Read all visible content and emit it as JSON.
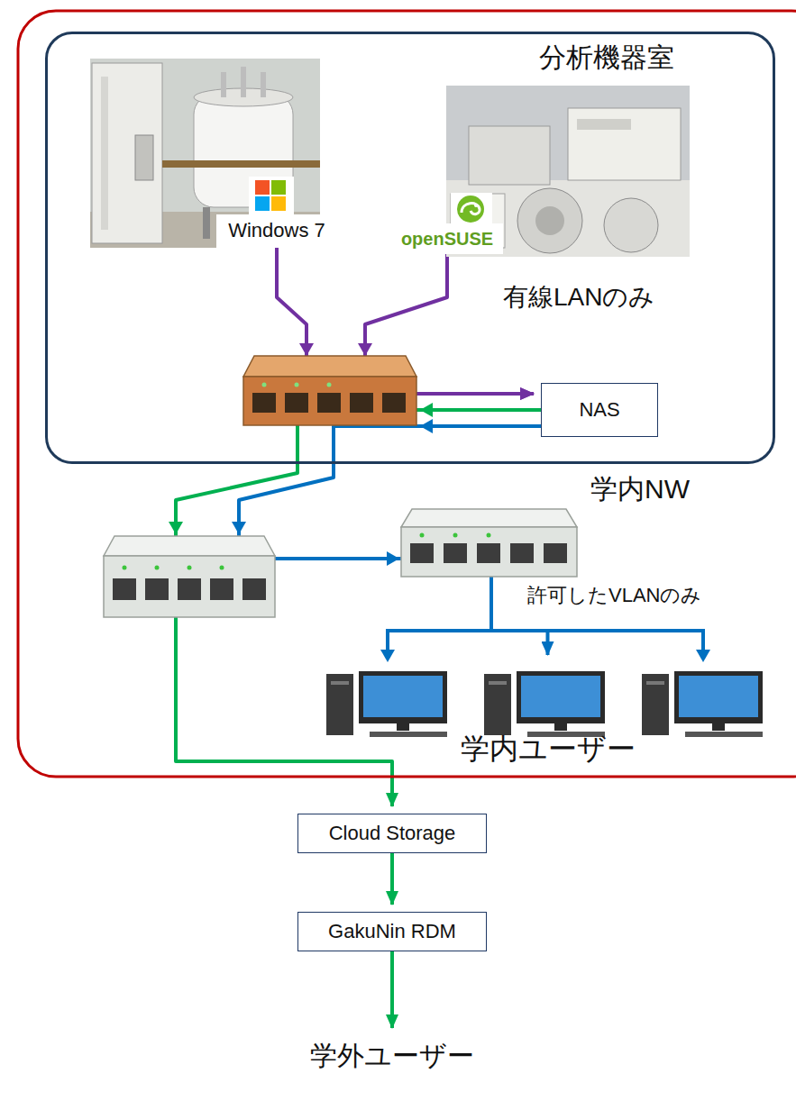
{
  "diagram": {
    "nodes": [
      {
        "text": [
          "分析機器室",
          "有線LANのみ"
        ]
      },
      {
        "text": [
          "Windows 7"
        ],
        "in": 0
      },
      {
        "text": [
          "openSUSE"
        ],
        "in": 0
      },
      {
        "text": [
          "NAS"
        ],
        "in": 0
      },
      {
        "text": [
          "学内ユーザー"
        ]
      },
      {
        "text": [
          "Cloud Storage"
        ]
      },
      {
        "text": [
          "GakuNin RDM"
        ]
      },
      {
        "text": [
          "学外ユーザー"
        ]
      }
    ],
    "edges": [
      {
        "from": 1,
        "to": 3,
        "arrow": "to"
      },
      {
        "from": 2,
        "to": 3,
        "arrow": "to"
      },
      {
        "from": 3,
        "to": 4,
        "arrow": "to"
      },
      {
        "from": 3,
        "to": 5,
        "arrow": "to"
      },
      {
        "from": 5,
        "to": 6,
        "arrow": "to"
      },
      {
        "from": 6,
        "to": 7,
        "arrow": "to"
      }
    ],
    "labels": [
      "学内NW",
      "許可したVLANのみ"
    ]
  }
}
